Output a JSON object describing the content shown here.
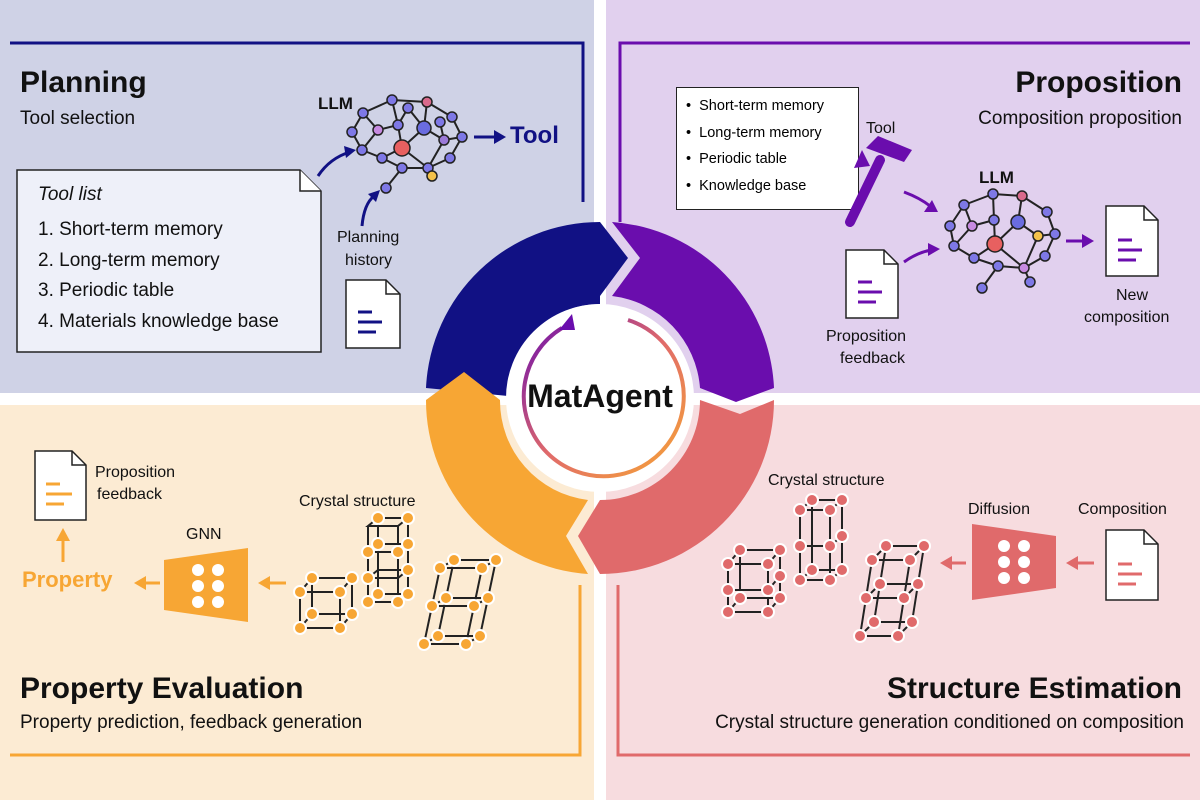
{
  "center_label": "MatAgent",
  "planning": {
    "title": "Planning",
    "subtitle": "Tool selection",
    "llm_label": "LLM",
    "tool_label": "Tool",
    "tool_list": {
      "heading": "Tool list",
      "items": [
        "1. Short-term memory",
        "2. Long-term memory",
        "3. Periodic table",
        "4. Materials knowledge base"
      ]
    },
    "history_label_line1": "Planning",
    "history_label_line2": "history"
  },
  "proposition": {
    "title": "Proposition",
    "subtitle": "Composition proposition",
    "tool_label": "Tool",
    "llm_label": "LLM",
    "memory_items": [
      "Short-term memory",
      "Long-term memory",
      "Periodic table",
      "Knowledge base"
    ],
    "feedback_line1": "Proposition",
    "feedback_line2": "feedback",
    "new_comp_line1": "New",
    "new_comp_line2": "composition"
  },
  "property_evaluation": {
    "title": "Property Evaluation",
    "subtitle": "Property prediction, feedback generation",
    "feedback_line1": "Proposition",
    "feedback_line2": "feedback",
    "gnn_label": "GNN",
    "property_label": "Property",
    "crystal_label": "Crystal structure"
  },
  "structure_estimation": {
    "title": "Structure Estimation",
    "subtitle": "Crystal structure generation conditioned on composition",
    "crystal_label": "Crystal structure",
    "diffusion_label": "Diffusion",
    "composition_label": "Composition"
  },
  "colors": {
    "planning": "#111184",
    "proposition": "#6a0dad",
    "property": "#f7a634",
    "structure": "#e06a6b",
    "planning_bg": "#cfd2e6",
    "proposition_bg": "#e1d0ee",
    "property_bg": "#fcebd3",
    "structure_bg": "#f7dcdf"
  }
}
